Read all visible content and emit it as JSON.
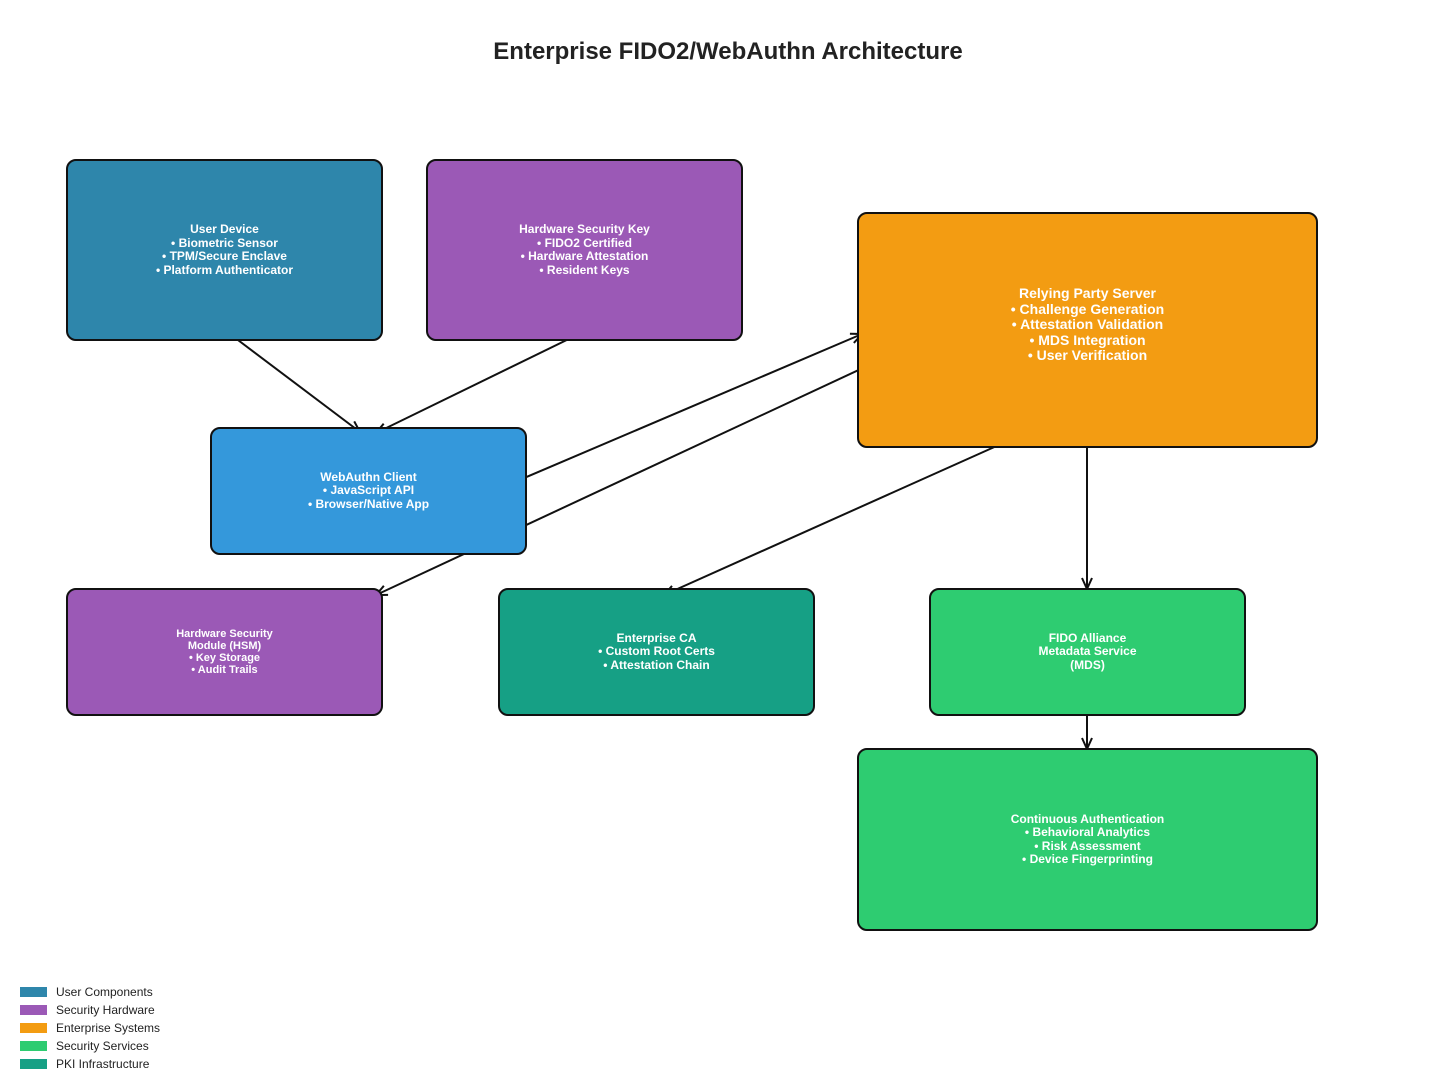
{
  "title": "Enterprise FIDO2/WebAuthn Architecture",
  "colors": {
    "user_components": "#2e86ab",
    "security_hardware": "#9b59b6",
    "enterprise_systems": "#f39c12",
    "security_services": "#2ecc71",
    "pki_infrastructure": "#16a085",
    "webauthn_client": "#3498db"
  },
  "nodes": {
    "user_device": {
      "lines": [
        "User Device",
        "• Biometric Sensor",
        "• TPM/Secure Enclave",
        "• Platform Authenticator"
      ]
    },
    "hardware_key": {
      "lines": [
        "Hardware Security Key",
        "• FIDO2 Certified",
        "• Hardware Attestation",
        "• Resident Keys"
      ]
    },
    "relying_party": {
      "lines": [
        "Relying Party Server",
        "• Challenge Generation",
        "• Attestation Validation",
        "• MDS Integration",
        "• User Verification"
      ]
    },
    "webauthn_client": {
      "lines": [
        "WebAuthn Client",
        "• JavaScript API",
        "• Browser/Native App"
      ]
    },
    "hsm": {
      "lines": [
        "Hardware Security",
        "Module (HSM)",
        "• Key Storage",
        "• Audit Trails"
      ]
    },
    "enterprise_ca": {
      "lines": [
        "Enterprise CA",
        "• Custom Root Certs",
        "• Attestation Chain"
      ]
    },
    "mds": {
      "lines": [
        "FIDO Alliance",
        "Metadata Service",
        "(MDS)"
      ]
    },
    "continuous_auth": {
      "lines": [
        "Continuous Authentication",
        "• Behavioral Analytics",
        "• Risk Assessment",
        "• Device Fingerprinting"
      ]
    }
  },
  "edges": [
    {
      "from": "user_device",
      "to": "webauthn_client"
    },
    {
      "from": "hardware_key",
      "to": "webauthn_client"
    },
    {
      "from": "webauthn_client",
      "to": "relying_party"
    },
    {
      "from": "relying_party",
      "to": "hsm"
    },
    {
      "from": "relying_party",
      "to": "enterprise_ca"
    },
    {
      "from": "relying_party",
      "to": "mds"
    },
    {
      "from": "relying_party",
      "to": "continuous_auth"
    }
  ],
  "legend": [
    {
      "label": "User Components",
      "color": "#2e86ab"
    },
    {
      "label": "Security Hardware",
      "color": "#9b59b6"
    },
    {
      "label": "Enterprise Systems",
      "color": "#f39c12"
    },
    {
      "label": "Security Services",
      "color": "#2ecc71"
    },
    {
      "label": "PKI Infrastructure",
      "color": "#16a085"
    }
  ]
}
